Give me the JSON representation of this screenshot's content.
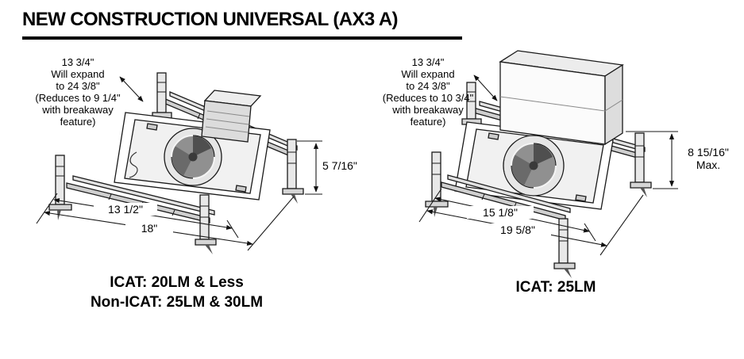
{
  "header": {
    "title": "NEW CONSTRUCTION UNIVERSAL (AX3 A)"
  },
  "figures": {
    "left": {
      "expand_note": {
        "line1": "13 3/4\"",
        "line2": "Will expand",
        "line3": "to 24 3/8\"",
        "line4": "(Reduces to 9 1/4\"",
        "line5": "with breakaway",
        "line6": "feature)"
      },
      "height_dim": "5 7/16\"",
      "inner_width_dim": "13 1/2\"",
      "outer_width_dim": "18\"",
      "caption_line1": "ICAT: 20LM & Less",
      "caption_line2": "Non-ICAT: 25LM & 30LM"
    },
    "right": {
      "expand_note": {
        "line1": "13 3/4\"",
        "line2": "Will expand",
        "line3": "to 24 3/8\"",
        "line4": "(Reduces to 10 3/4\"",
        "line5": "with breakaway",
        "line6": "feature)"
      },
      "height_dim": "8 15/16\"",
      "height_dim_note": "Max.",
      "inner_width_dim": "15 1/8\"",
      "outer_width_dim": "19 5/8\"",
      "caption_line1": "ICAT: 25LM"
    }
  }
}
